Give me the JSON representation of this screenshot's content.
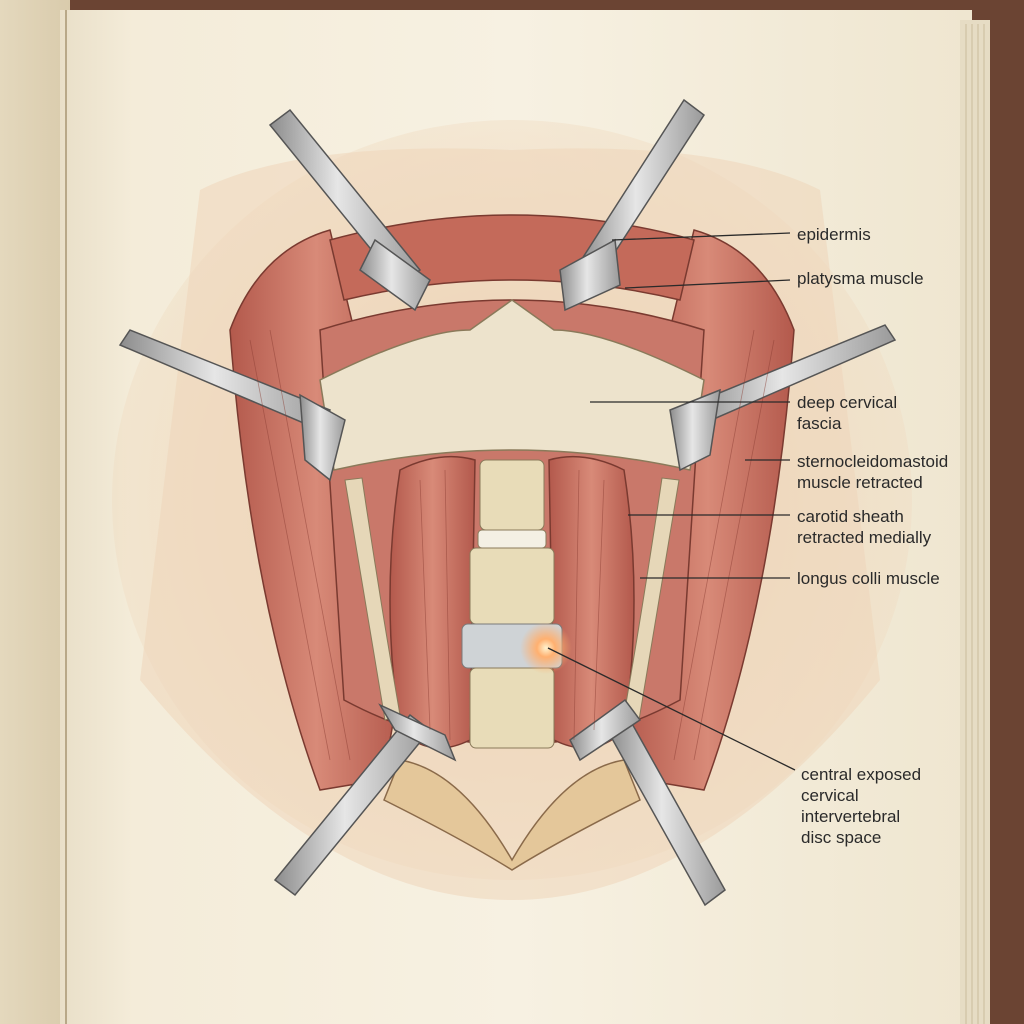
{
  "labels": {
    "epidermis": "epidermis",
    "platysma": "platysma muscle",
    "deep_fascia": "deep cervical\nfascia",
    "scm": "sternocleidomastoid\nmuscle retracted",
    "carotid": "carotid sheath\nretracted medially",
    "longus": "longus colli muscle",
    "disc": "central exposed\ncervical\nintervertebral\ndisc space"
  }
}
